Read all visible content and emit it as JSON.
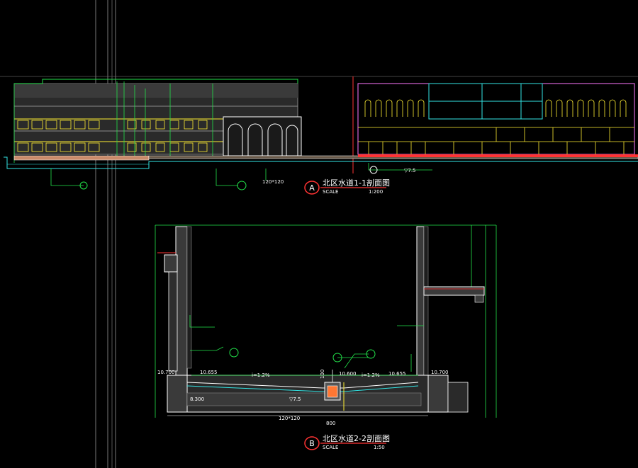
{
  "drawings": [
    {
      "marker": "A",
      "title": "北区水道1-1剖面图",
      "scale_label": "SCALE",
      "scale_value": "1:200",
      "labels": {
        "pipe": "120*120",
        "level": "▽7.5"
      }
    },
    {
      "marker": "B",
      "title": "北区水道2-2剖面图",
      "scale_label": "SCALE",
      "scale_value": "1:50",
      "levels": {
        "left_top": "10.700",
        "right_top": "10.700",
        "left_inner": "10.655",
        "right_inner": "10.655",
        "center": "10.600",
        "bottom": "8.300",
        "bottom_center": "▽7.5"
      },
      "slopes": {
        "left": "i=1.2%",
        "right": "i=1.2%"
      },
      "dimensions": {
        "drain": "120*120",
        "width_bottom": "800",
        "center_width": "100"
      }
    }
  ],
  "colors": {
    "background": "#000000",
    "line_white": "#ffffff",
    "line_green": "#22e34a",
    "line_yellow": "#ffee33",
    "line_cyan": "#33e6e6",
    "line_red": "#ff3333",
    "line_pink": "#ff77ff",
    "line_gray": "#8a8a8a",
    "fill_dark": "#3a3a3a"
  }
}
